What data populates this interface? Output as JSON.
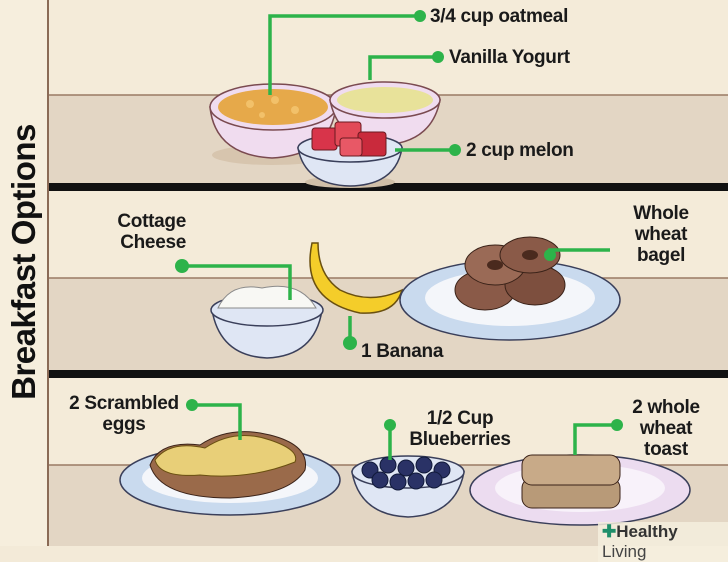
{
  "title": "Breakfast Options",
  "panels": [
    {
      "labels": [
        "3/4 cup oatmeal",
        "Vanilla Yogurt",
        "2 cup melon"
      ]
    },
    {
      "labels": [
        "Cottage\nCheese",
        "1 Banana",
        "Whole\nwheat\nbagel"
      ]
    },
    {
      "labels": [
        "2 Scrambled\neggs",
        "1/2 Cup\nBlueberries",
        "2 whole\nwheat\ntoast"
      ]
    }
  ],
  "labels": {
    "oatmeal": "3/4 cup oatmeal",
    "yogurt": "Vanilla Yogurt",
    "melon": "2 cup melon",
    "cottage_1": "Cottage",
    "cottage_2": "Cheese",
    "banana": "1 Banana",
    "bagel_1": "Whole",
    "bagel_2": "wheat",
    "bagel_3": "bagel",
    "eggs_1": "2 Scrambled",
    "eggs_2": "eggs",
    "blue_1": "1/2 Cup",
    "blue_2": "Blueberries",
    "toast_1": "2 whole",
    "toast_2": "wheat",
    "toast_3": "toast"
  },
  "watermark": {
    "bold": "Healthy",
    "rest": " Living"
  },
  "colors": {
    "accent": "#2db34a",
    "divider": "#111111",
    "wall": "#f3ead8",
    "counter": "#e3d6c4"
  }
}
